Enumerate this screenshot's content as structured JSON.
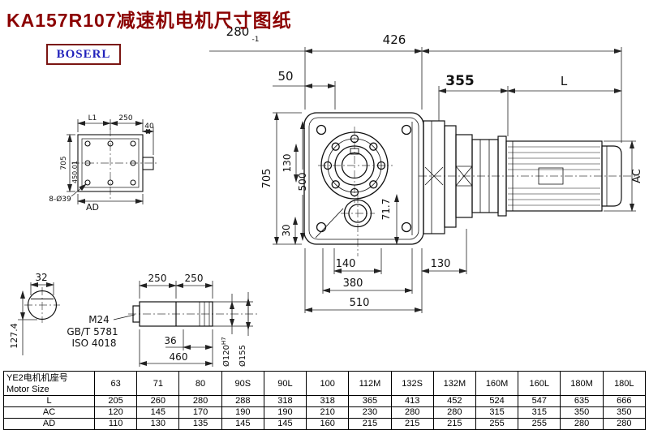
{
  "page": {
    "title": "KA157R107减速机电机尺寸图纸",
    "brand": "BOSERL"
  },
  "main_dims": {
    "w280": "280",
    "w280_tol": "-1",
    "len426": "426",
    "d50": "50",
    "d355": "355",
    "dL": "L",
    "h705": "705",
    "h130": "130",
    "h500": "500",
    "h30": "30",
    "h71_7": "71.7",
    "b140": "140",
    "b380": "380",
    "b510": "510",
    "b130": "130",
    "ac": "AC"
  },
  "flange_view": {
    "l1": "L1",
    "d250": "250",
    "d40": "40",
    "h705": "705",
    "h450": "450.01",
    "ad": "AD",
    "holes": "8-Ø39"
  },
  "shaft_end": {
    "w32": "32",
    "h127": "127.4"
  },
  "shaft_view": {
    "d250a": "250",
    "d250b": "250",
    "thread": "M24",
    "std_gb": "GB/T 5781",
    "std_iso": "ISO 4018",
    "d36": "36",
    "d460": "460",
    "dia120": "Ø120",
    "dia120_fit": "H7",
    "dia155": "Ø155"
  },
  "table": {
    "header_cn": "YE2电机机座号",
    "header_en": "Motor Size",
    "sizes": [
      "63",
      "71",
      "80",
      "90S",
      "90L",
      "100",
      "112M",
      "132S",
      "132M",
      "160M",
      "160L",
      "180M",
      "180L"
    ],
    "rows": [
      {
        "label": "L",
        "values": [
          "205",
          "260",
          "280",
          "288",
          "318",
          "318",
          "365",
          "413",
          "452",
          "524",
          "547",
          "635",
          "666"
        ]
      },
      {
        "label": "AC",
        "values": [
          "120",
          "145",
          "170",
          "190",
          "190",
          "210",
          "230",
          "280",
          "280",
          "315",
          "315",
          "350",
          "350"
        ]
      },
      {
        "label": "AD",
        "values": [
          "110",
          "130",
          "135",
          "145",
          "145",
          "160",
          "215",
          "215",
          "215",
          "255",
          "255",
          "280",
          "280"
        ]
      }
    ]
  }
}
